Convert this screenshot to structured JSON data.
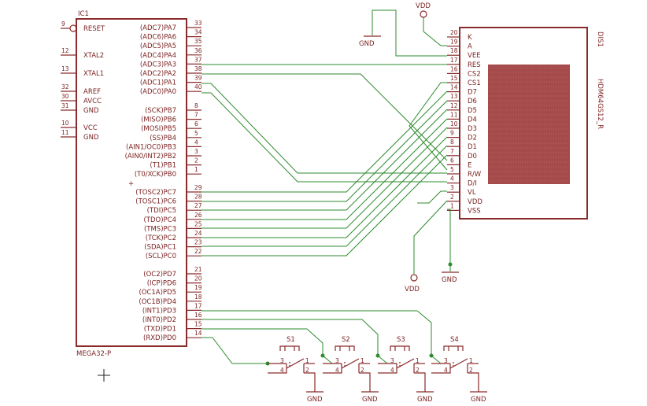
{
  "ic1": {
    "name": "IC1",
    "part": "MEGA32-P",
    "left_pins": [
      {
        "num": "9",
        "label": "RESET",
        "bubble": true
      },
      {
        "num": "12",
        "label": "XTAL2"
      },
      {
        "num": "13",
        "label": "XTAL1"
      },
      {
        "num": "32",
        "label": "AREF"
      },
      {
        "num": "30",
        "label": "AVCC"
      },
      {
        "num": "31",
        "label": "GND"
      },
      {
        "num": "10",
        "label": "VCC"
      },
      {
        "num": "11",
        "label": "GND"
      }
    ],
    "right_pins": [
      {
        "num": "33",
        "label": "(ADC7)PA7"
      },
      {
        "num": "34",
        "label": "(ADC6)PA6"
      },
      {
        "num": "35",
        "label": "(ADC5)PA5"
      },
      {
        "num": "36",
        "label": "(ADC4)PA4"
      },
      {
        "num": "37",
        "label": "(ADC3)PA3"
      },
      {
        "num": "38",
        "label": "(ADC2)PA2"
      },
      {
        "num": "39",
        "label": "(ADC1)PA1"
      },
      {
        "num": "40",
        "label": "(ADC0)PA0"
      },
      {
        "num": "8",
        "label": "(SCK)PB7"
      },
      {
        "num": "7",
        "label": "(MISO)PB6"
      },
      {
        "num": "6",
        "label": "(MOSI)PB5"
      },
      {
        "num": "5",
        "label": "(SS)PB4"
      },
      {
        "num": "4",
        "label": "(AIN1/OC0)PB3"
      },
      {
        "num": "3",
        "label": "(AIN0/INT2)PB2"
      },
      {
        "num": "2",
        "label": "(T1)PB1"
      },
      {
        "num": "1",
        "label": "(T0/XCK)PB0"
      },
      {
        "num": "29",
        "label": "(TOSC2)PC7"
      },
      {
        "num": "28",
        "label": "(TOSC1)PC6"
      },
      {
        "num": "27",
        "label": "(TDI)PC5"
      },
      {
        "num": "26",
        "label": "(TDO)PC4"
      },
      {
        "num": "25",
        "label": "(TMS)PC3"
      },
      {
        "num": "24",
        "label": "(TCK)PC2"
      },
      {
        "num": "23",
        "label": "(SDA)PC1"
      },
      {
        "num": "22",
        "label": "(SCL)PC0"
      },
      {
        "num": "21",
        "label": "(OC2)PD7"
      },
      {
        "num": "20",
        "label": "(ICP)PD6"
      },
      {
        "num": "19",
        "label": "(OC1A)PD5"
      },
      {
        "num": "18",
        "label": "(OC1B)PD4"
      },
      {
        "num": "17",
        "label": "(INT1)PD3"
      },
      {
        "num": "16",
        "label": "(INT0)PD2"
      },
      {
        "num": "15",
        "label": "(TXD)PD1"
      },
      {
        "num": "14",
        "label": "(RXD)PD0"
      }
    ]
  },
  "dis1": {
    "name": "DIS1",
    "part": "HDM64GS12_R",
    "pins": [
      {
        "num": "20",
        "label": "K"
      },
      {
        "num": "19",
        "label": "A"
      },
      {
        "num": "18",
        "label": "VEE"
      },
      {
        "num": "17",
        "label": "RES"
      },
      {
        "num": "16",
        "label": "CS2"
      },
      {
        "num": "15",
        "label": "CS1"
      },
      {
        "num": "14",
        "label": "D7"
      },
      {
        "num": "13",
        "label": "D6"
      },
      {
        "num": "12",
        "label": "D5"
      },
      {
        "num": "11",
        "label": "D4"
      },
      {
        "num": "10",
        "label": "D3"
      },
      {
        "num": "9",
        "label": "D2"
      },
      {
        "num": "8",
        "label": "D1"
      },
      {
        "num": "7",
        "label": "D0"
      },
      {
        "num": "6",
        "label": "E"
      },
      {
        "num": "5",
        "label": "R/W"
      },
      {
        "num": "4",
        "label": "D/I"
      },
      {
        "num": "3",
        "label": "VL"
      },
      {
        "num": "2",
        "label": "VDD"
      },
      {
        "num": "1",
        "label": "VSS"
      }
    ]
  },
  "supplies": {
    "vdd": "VDD",
    "gnd": "GND"
  },
  "switches": [
    {
      "name": "S1",
      "pins": [
        "3",
        "4",
        "1",
        "2"
      ]
    },
    {
      "name": "S2",
      "pins": [
        "3",
        "4",
        "1",
        "2"
      ]
    },
    {
      "name": "S3",
      "pins": [
        "3",
        "4",
        "1",
        "2"
      ]
    },
    {
      "name": "S4",
      "pins": [
        "3",
        "4",
        "1",
        "2"
      ]
    }
  ],
  "colors": {
    "part": "#8a2a2a",
    "wire": "#2e8b2e",
    "lcd": "#a64b4b"
  }
}
